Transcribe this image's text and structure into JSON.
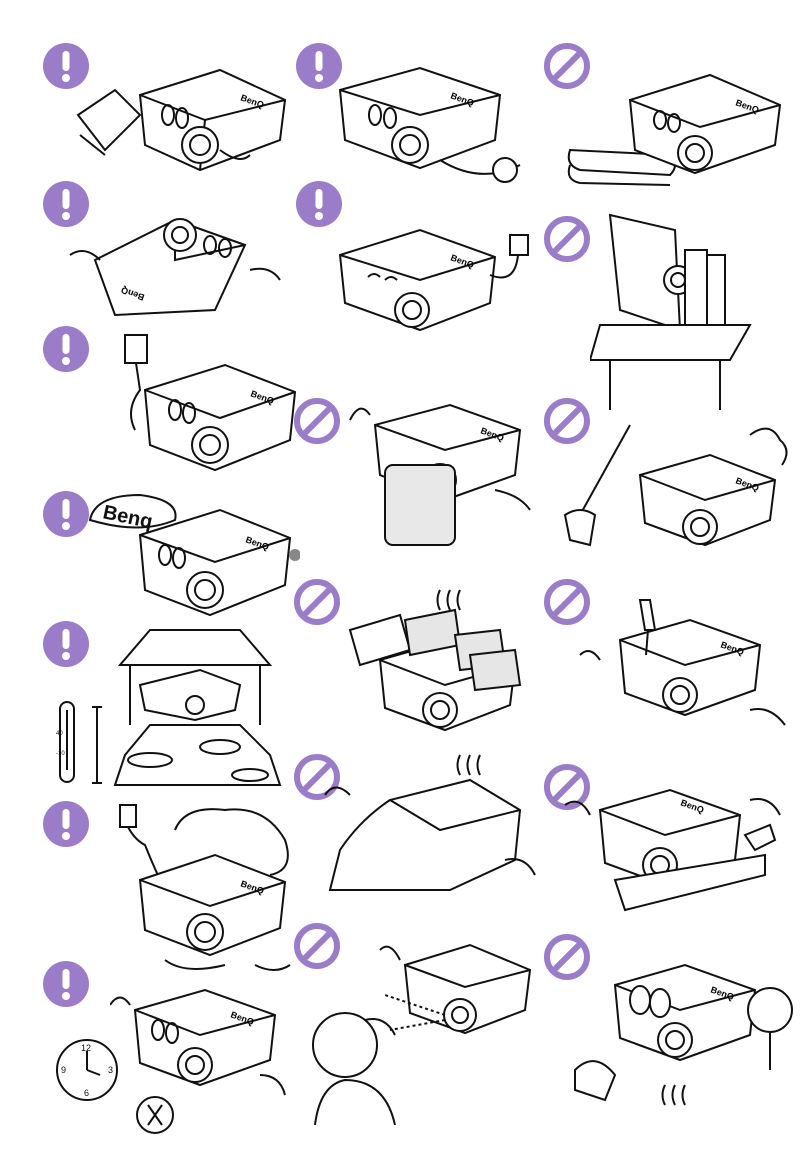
{
  "colors": {
    "accent": "#9B7CC8",
    "ink": "#111111"
  },
  "icons": {
    "caution": "exclamation-icon",
    "prohibited": "prohibition-icon"
  },
  "brand": "BenQ",
  "cap_text": "Benq",
  "clock_numbers": [
    "12",
    "3",
    "6",
    "9"
  ],
  "thermo_labels": [
    "40",
    "-10"
  ],
  "cells": [
    {
      "row": 0,
      "col": 0,
      "icon": "exclamation-icon"
    },
    {
      "row": 0,
      "col": 1,
      "icon": "exclamation-icon"
    },
    {
      "row": 0,
      "col": 2,
      "icon": "prohibition-icon"
    },
    {
      "row": 1,
      "col": 0,
      "icon": "exclamation-icon"
    },
    {
      "row": 1,
      "col": 1,
      "icon": "exclamation-icon"
    },
    {
      "row": 1,
      "col": 2,
      "icon": "prohibition-icon"
    },
    {
      "row": 2,
      "col": 0,
      "icon": "exclamation-icon"
    },
    {
      "row": 2,
      "col": 1,
      "icon": "prohibition-icon"
    },
    {
      "row": 2,
      "col": 2,
      "icon": "prohibition-icon"
    },
    {
      "row": 3,
      "col": 0,
      "icon": "exclamation-icon"
    },
    {
      "row": 3,
      "col": 1,
      "icon": "prohibition-icon"
    },
    {
      "row": 3,
      "col": 2,
      "icon": "prohibition-icon"
    },
    {
      "row": 4,
      "col": 0,
      "icon": "exclamation-icon"
    },
    {
      "row": 4,
      "col": 1,
      "icon": "prohibition-icon"
    },
    {
      "row": 4,
      "col": 2,
      "icon": "prohibition-icon"
    },
    {
      "row": 5,
      "col": 0,
      "icon": "exclamation-icon"
    },
    {
      "row": 5,
      "col": 1,
      "icon": "prohibition-icon"
    },
    {
      "row": 5,
      "col": 2,
      "icon": "prohibition-icon"
    }
  ]
}
